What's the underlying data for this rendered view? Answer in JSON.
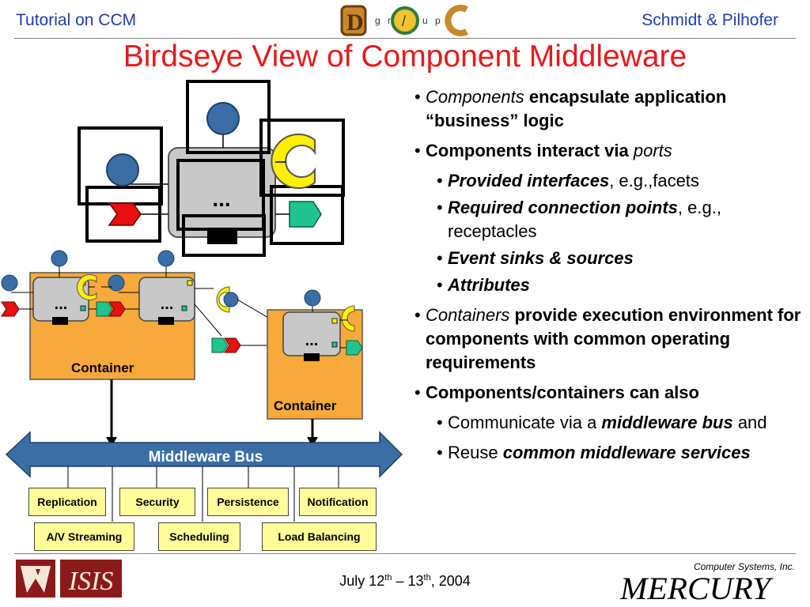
{
  "header": {
    "left": "Tutorial on CCM",
    "right": "Schmidt & Pilhofer",
    "logo_letters": [
      "D",
      "g",
      "r",
      "/",
      "u",
      "p",
      "C"
    ]
  },
  "title": "Birdseye View of Component Middleware",
  "diagram": {
    "component_dots": "...",
    "container_labels": [
      "Container",
      "Container"
    ],
    "bus_label": "Middleware Bus",
    "services_row1": [
      "Replication",
      "Security",
      "Persistence",
      "Notification"
    ],
    "services_row2": [
      "A/V Streaming",
      "Scheduling",
      "Load Balancing"
    ],
    "colors": {
      "container": "#f7a93b",
      "component": "#c8c8c8",
      "facet": "#3a6ea5",
      "receptacle": "#ffef00",
      "event_source": "#e81010",
      "event_sink": "#1fc48e",
      "bus": "#3a6ea5",
      "service": "#ffff99"
    }
  },
  "bullets": {
    "b1_ital": "Components",
    "b1_bold": " encapsulate application “business” logic",
    "b2_bold": "Components interact via ",
    "b2_ital": "ports",
    "b2_sub1_bi": "Provided interfaces",
    "b2_sub1_rest": ", e.g.,facets",
    "b2_sub2_bi": "Required connection points",
    "b2_sub2_rest": ", e.g., receptacles",
    "b2_sub3_bi": "Event sinks & sources",
    "b2_sub4_bi": "Attributes",
    "b3_ital": "Containers",
    "b3_bold": " provide execution environment for components with common operating requirements",
    "b4_bold": "Components/containers can also",
    "b4_sub1_pre": "Communicate via a ",
    "b4_sub1_bi": "middleware bus",
    "b4_sub1_post": " and",
    "b4_sub2_pre": "Reuse ",
    "b4_sub2_bi": "common middleware services",
    "bullet_char": "•"
  },
  "footer": {
    "date_a": "July 12",
    "date_sup_a": "th",
    "date_mid": " – 13",
    "date_sup_b": "th",
    "date_end": ", 2004",
    "isis_text": "ISIS",
    "mercury_small": "Computer Systems, Inc.",
    "mercury_big": "MERCURY"
  }
}
